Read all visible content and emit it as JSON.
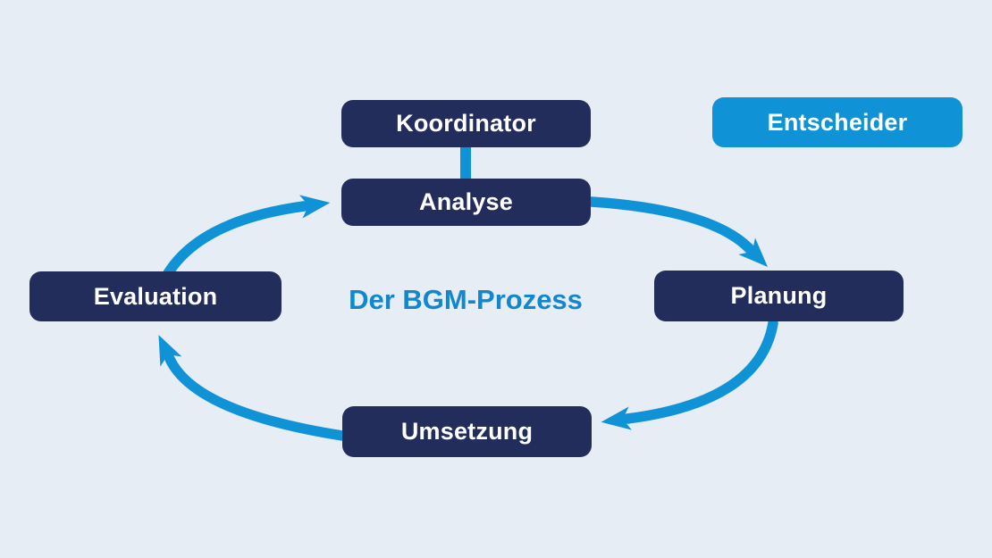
{
  "diagram": {
    "title": "Der BGM-Prozess",
    "nodes": {
      "koordinator": "Koordinator",
      "entscheider": "Entscheider",
      "analyse": "Analyse",
      "planung": "Planung",
      "umsetzung": "Umsetzung",
      "evaluation": "Evaluation"
    },
    "cycle_order": [
      "Analyse",
      "Planung",
      "Umsetzung",
      "Evaluation"
    ],
    "colors": {
      "background": "#e7edf4",
      "node_navy": "#232d5b",
      "node_blue": "#0f92d6",
      "arrow_blue": "#0f92d6",
      "title_blue": "#1287cd",
      "node_text": "#ffffff"
    }
  }
}
